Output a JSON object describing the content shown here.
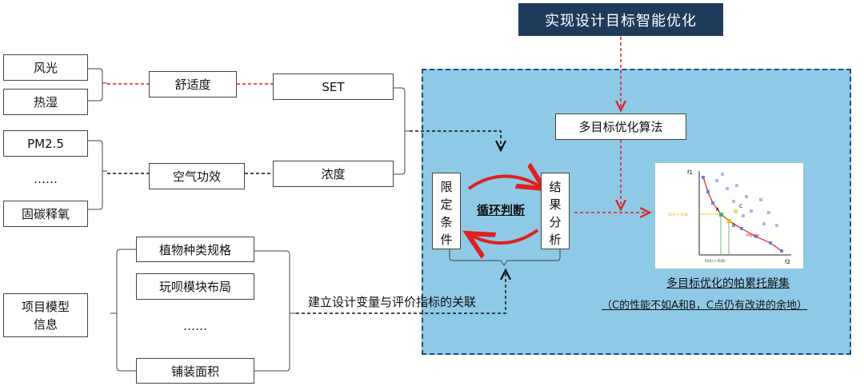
{
  "title": "实现设计目标智能优化",
  "left_inputs": {
    "wind_light": "风光",
    "heat_humidity": "热湿",
    "pm25": "PM2.5",
    "ellipsis": "……",
    "carbon_oxygen": "固碳释氧"
  },
  "mid": {
    "comfort": "舒适度",
    "air_effect": "空气功效",
    "set": "SET",
    "concentration": "浓度"
  },
  "project": {
    "info": "项目模型信息",
    "plant": "植物种类规格",
    "play": "玩呗模块布局",
    "ellipsis": "……",
    "paving": "铺装面积"
  },
  "link_label": "建立设计变量与评价指标的关联",
  "algorithm": "多目标优化算法",
  "constraint": "限定条件",
  "result": "结果分析",
  "loop": "循环判断",
  "pareto_caption": "多目标优化的帕累托解集",
  "pareto_note": "（C的性能不如A和B，C点仍有改进的余地）",
  "pareto_chart": {
    "y_label": "f1",
    "x_label": "f2",
    "points_label": [
      "A",
      "B",
      "C"
    ],
    "curve_label": "Pareto",
    "fa_label": "f1(A) < f1(B)",
    "fb_label": "f2(A) > f2(B)"
  },
  "colors": {
    "red": "#e02020",
    "panel": "#8ecae6",
    "navy": "#1f3b5c"
  }
}
